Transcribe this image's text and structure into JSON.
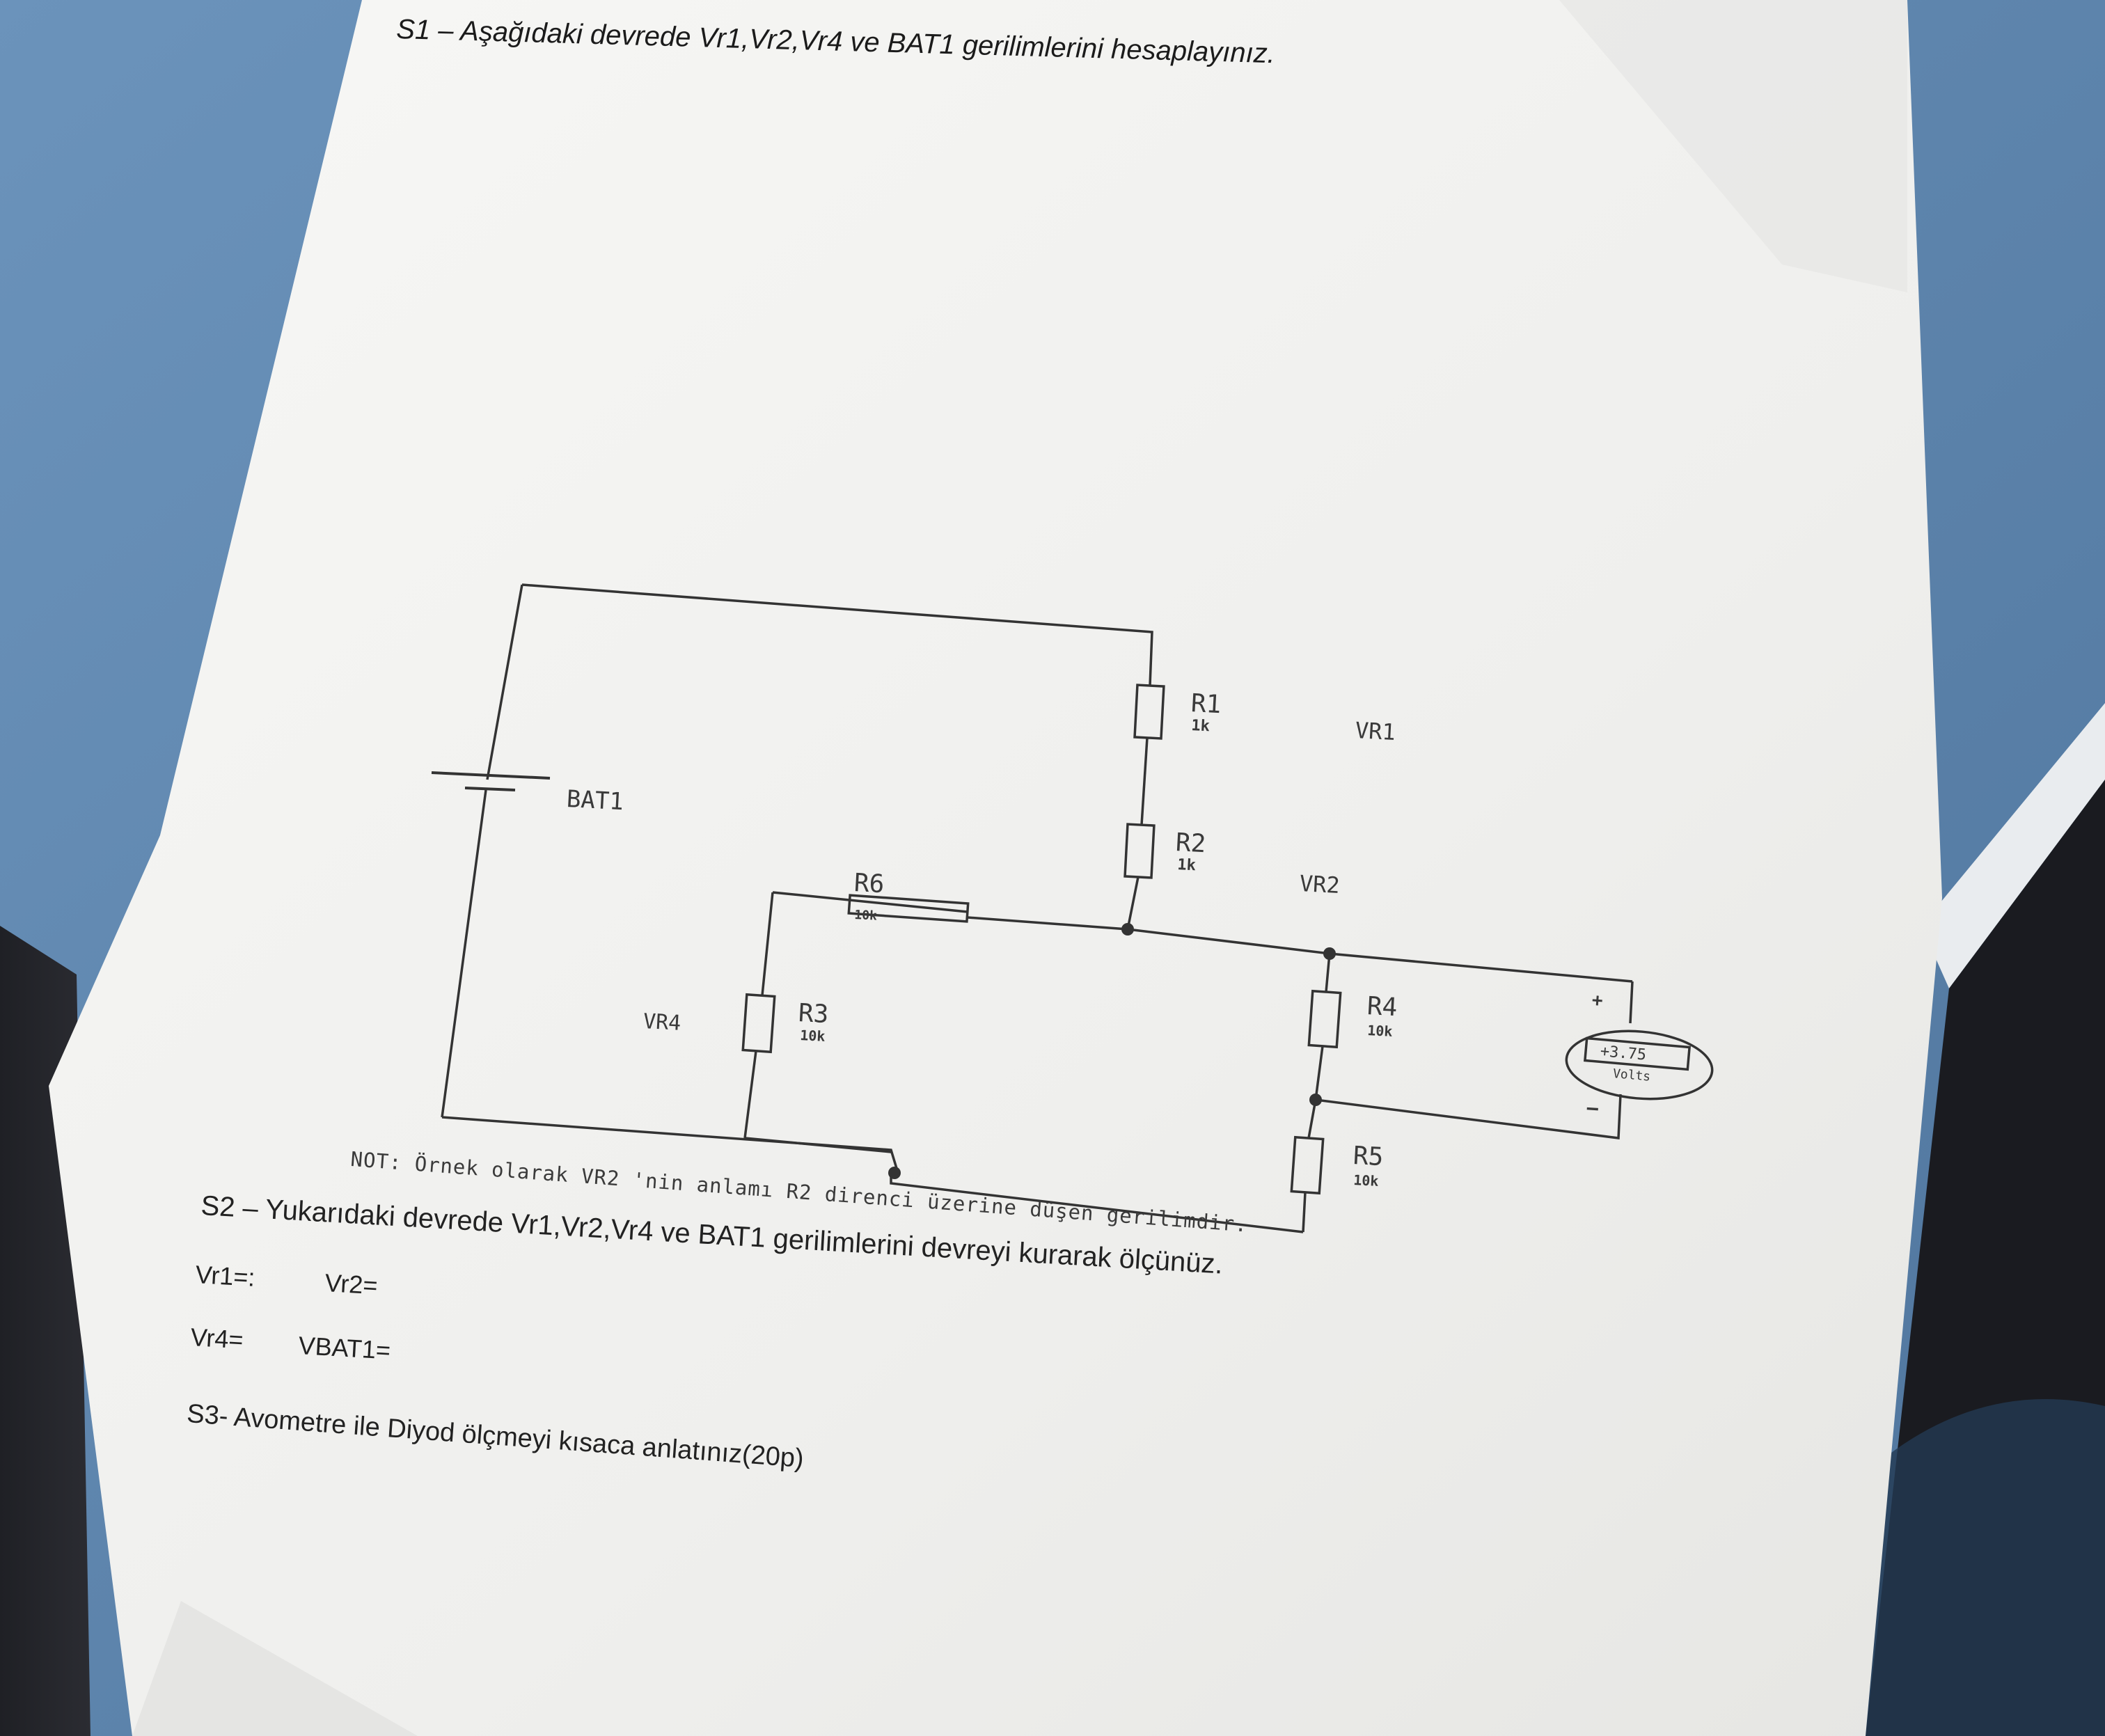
{
  "questions": {
    "s1": "S1 – Aşağıdaki devrede Vr1,Vr2,Vr4  ve BAT1 gerilimlerini hesaplayınız.",
    "note": "NOT: Örnek olarak VR2 'nin anlamı R2 direnci üzerine düşen gerilimdir.",
    "s2": "S2 – Yukarıdaki devrede Vr1,Vr2,Vr4  ve BAT1 gerilimlerini devreyi kurarak ölçünüz.",
    "answers": {
      "vr1": "Vr1=:",
      "vr2": "Vr2=",
      "vr4": "Vr4=",
      "vbat1": "VBAT1="
    },
    "s3": "S3- Avometre ile Diyod ölçmeyi kısaca anlatınız(20p)"
  },
  "circuit": {
    "battery": {
      "label": "BAT1"
    },
    "resistors": [
      {
        "name": "R1",
        "value": "1k"
      },
      {
        "name": "R2",
        "value": "1k"
      },
      {
        "name": "R3",
        "value": "10k"
      },
      {
        "name": "R4",
        "value": "10k"
      },
      {
        "name": "R5",
        "value": "10k"
      },
      {
        "name": "R6",
        "value": "10k"
      }
    ],
    "voltage_labels": {
      "vr1": "VR1",
      "vr2": "VR2",
      "vr4": "VR4"
    },
    "voltmeter": {
      "plus": "+",
      "minus": "−",
      "reading": "+3.75",
      "unit": "Volts"
    }
  },
  "colors": {
    "paper": "#f3f3f1",
    "ink": "#2a2a2a",
    "background_blue": "#5f86ad",
    "desk": "#1c1d22"
  }
}
